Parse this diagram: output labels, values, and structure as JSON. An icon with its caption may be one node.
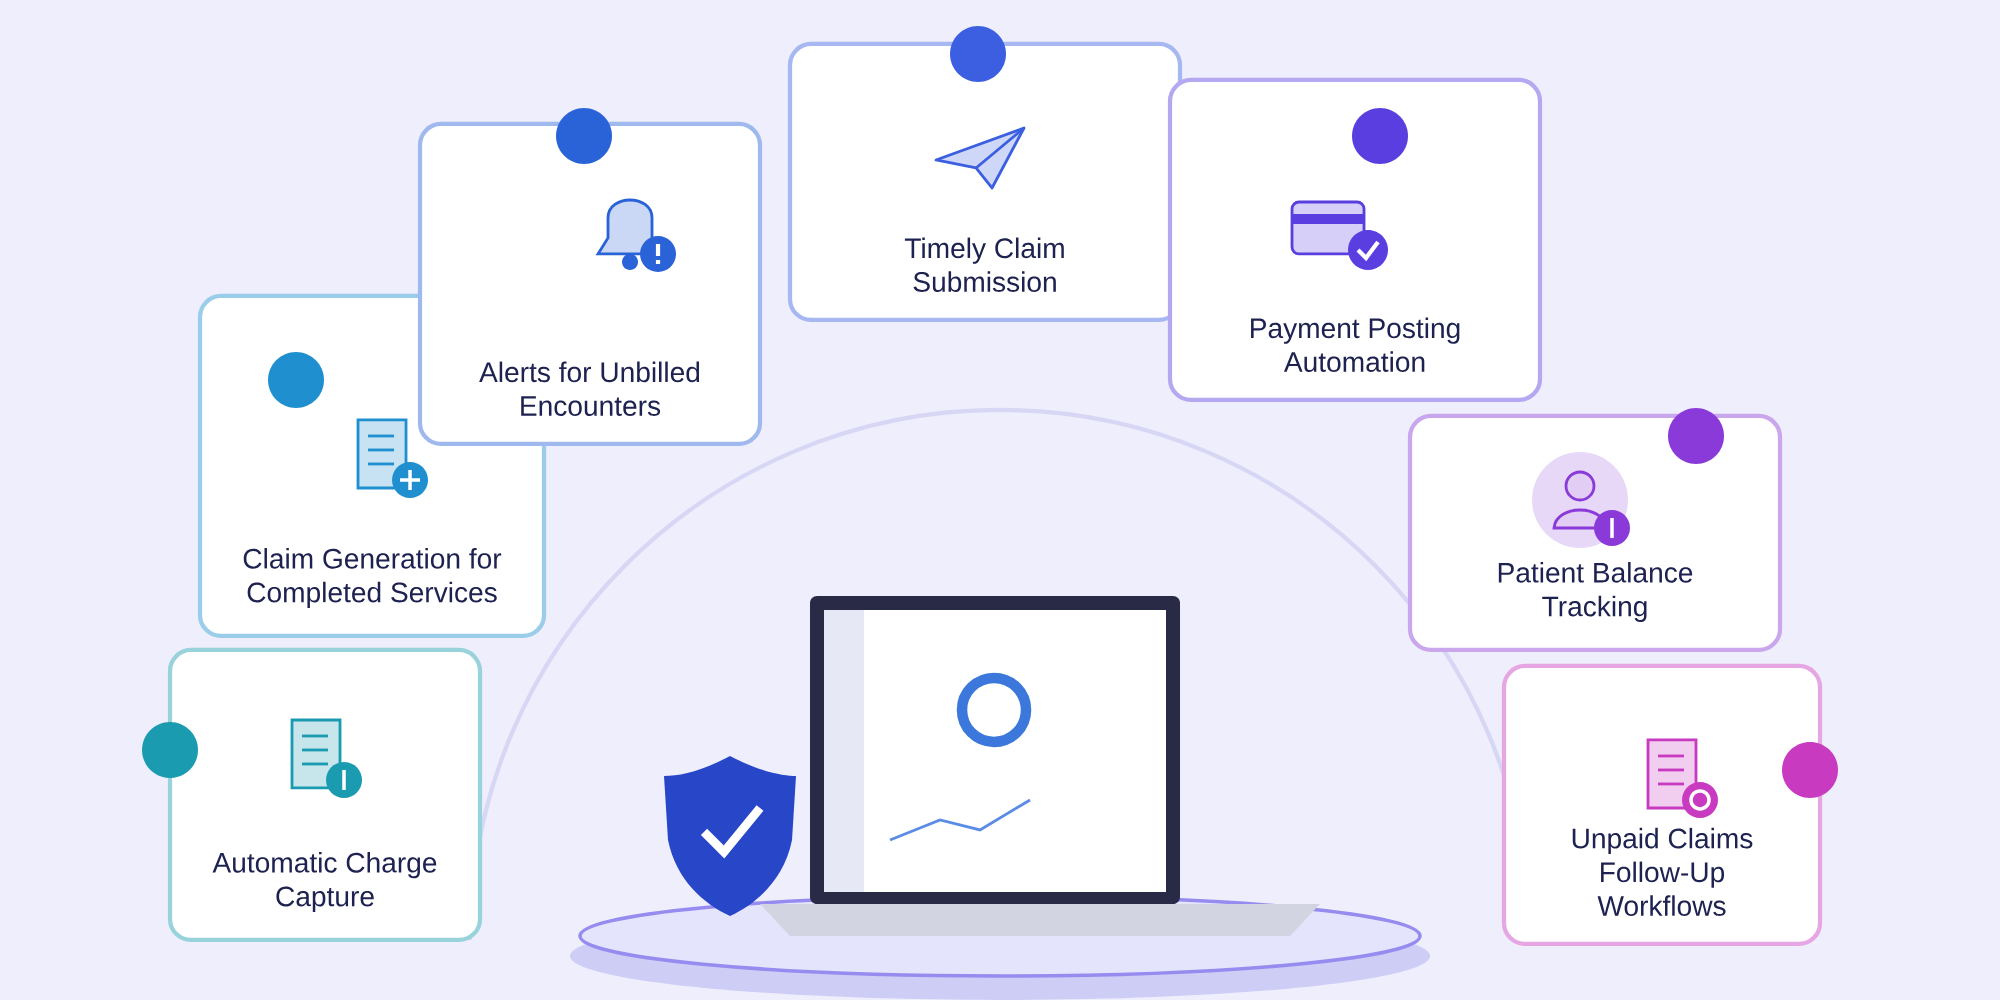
{
  "diagram": {
    "nodes": [
      {
        "text": [
          "Automatic Charge Capture"
        ]
      },
      {
        "text": [
          "Claim Generation for Completed Services"
        ]
      },
      {
        "text": [
          "Alerts for Unbilled Encounters"
        ]
      },
      {
        "text": [
          "Timely Claim Submission"
        ]
      },
      {
        "text": [
          "Payment Posting Automation"
        ]
      },
      {
        "text": [
          "Patient Balance Tracking"
        ]
      },
      {
        "text": [
          "Unpaid Claims Follow-Up Workflows"
        ]
      }
    ]
  }
}
